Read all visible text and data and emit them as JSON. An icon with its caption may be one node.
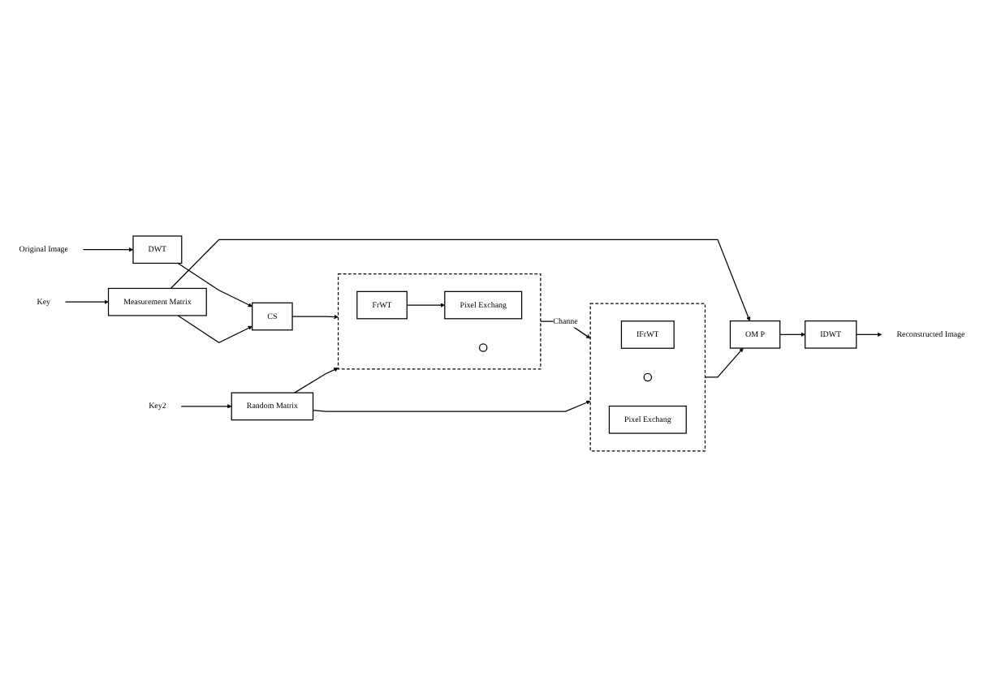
{
  "diagram": {
    "nodes": [
      {
        "text": [
          "Original Image"
        ]
      },
      {
        "text": [
          "DWT"
        ]
      },
      {
        "text": [
          "CS"
        ]
      },
      {
        "text": [],
        "shape": "box"
      },
      {
        "text": [
          "FrWT"
        ],
        "in": 3
      },
      {
        "text": [],
        "shape": "circle",
        "in": 3
      },
      {
        "text": [
          "Pixel Exchang"
        ],
        "in": 3
      },
      {
        "text": [
          "Key"
        ]
      },
      {
        "text": [
          "Measurement Matrix"
        ]
      },
      {
        "text": [
          "Key2"
        ]
      },
      {
        "text": [
          "Random Matrix"
        ]
      },
      {
        "text": [],
        "shape": "box"
      },
      {
        "text": [
          "IFrWT"
        ],
        "in": 11
      },
      {
        "text": [],
        "shape": "circle",
        "in": 11
      },
      {
        "text": [
          "Pixel Exchang"
        ],
        "in": 11
      },
      {
        "text": [
          "Reconstructed Image"
        ]
      },
      {
        "text": [
          "IDWT"
        ]
      },
      {
        "text": [
          "OM P"
        ]
      }
    ],
    "edges": [
      {
        "from": 0,
        "to": 1,
        "arrow": "to"
      },
      {
        "from": 1,
        "to": 2,
        "arrow": "to"
      },
      {
        "from": 2,
        "to": 3,
        "arrow": "to"
      },
      {
        "from": 4,
        "to": 6,
        "arrow": "to"
      },
      {
        "from": 3,
        "to": 11,
        "arrow": "to",
        "label": "Channe"
      },
      {
        "from": 7,
        "to": 8,
        "arrow": "to"
      },
      {
        "from": 8,
        "to": 2,
        "arrow": "to"
      },
      {
        "from": 8,
        "to": 17,
        "arrow": "to"
      },
      {
        "from": 9,
        "to": 10,
        "arrow": "to"
      },
      {
        "from": 10,
        "to": 3,
        "arrow": "to"
      },
      {
        "from": 10,
        "to": 11,
        "arrow": "to"
      },
      {
        "from": 11,
        "to": 17,
        "arrow": "to"
      },
      {
        "from": 17,
        "to": 16,
        "arrow": "to"
      },
      {
        "from": 16,
        "to": 15,
        "arrow": "to"
      }
    ]
  }
}
